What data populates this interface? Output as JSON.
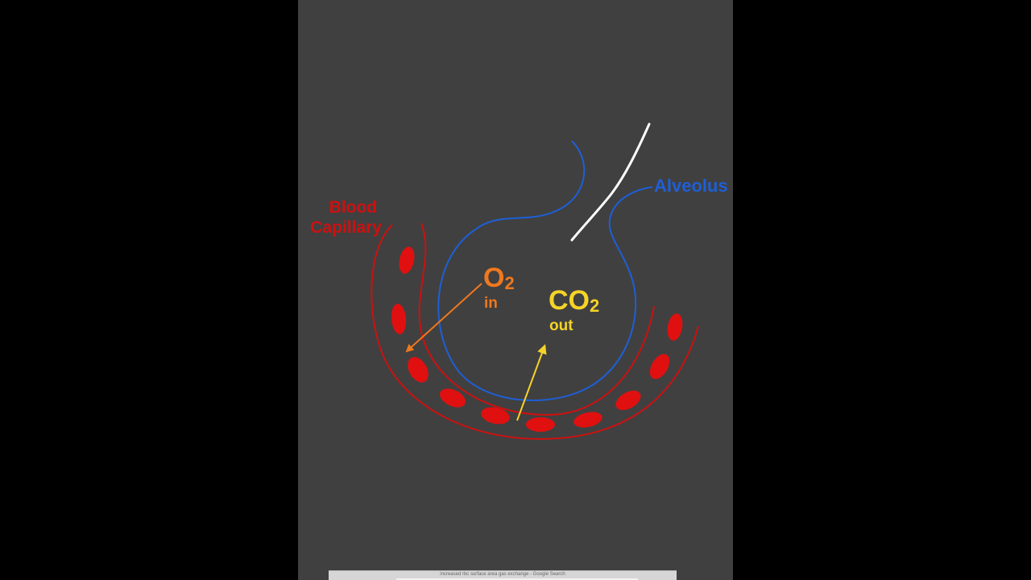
{
  "labels": {
    "blood_capillary": [
      "Blood",
      "Capillary"
    ],
    "alveolus": "Alveolus",
    "o2": {
      "base": "O",
      "sub": "2",
      "direction": "in"
    },
    "co2": {
      "base": "CO",
      "sub": "2",
      "direction": "out"
    }
  },
  "colors": {
    "background": "#000000",
    "panel": "#404040",
    "capillary": "#cc1111",
    "red_blood_cell": "#e01010",
    "alveolus": "#1e5fd6",
    "o2": "#f0781e",
    "co2": "#f5d327",
    "airway_mark": "#ffffff"
  },
  "footer": {
    "text": "increased rbc surface area gas exchange - Google Search"
  }
}
